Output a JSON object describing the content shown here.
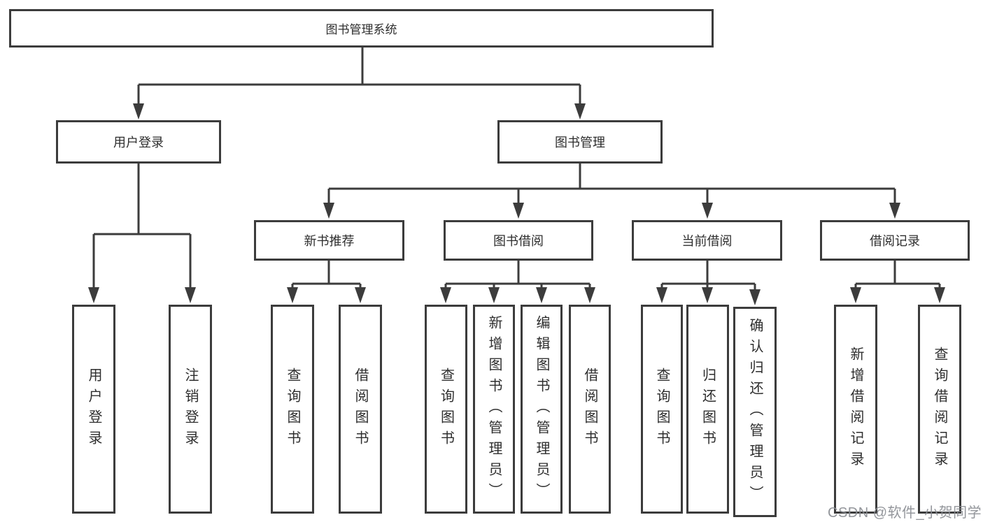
{
  "diagram": {
    "title": "图书管理系统",
    "watermark": "CSDN @软件_小贺同学",
    "colors": {
      "line": "#3c3c3c",
      "box_border": "#3c3c3c",
      "text": "#2e2e2e",
      "background": "#ffffff",
      "watermark": "#8a8d92"
    },
    "nodes": {
      "root": "图书管理系统",
      "user_login": "用户登录",
      "book_management": "图书管理",
      "new_book_recommend": "新书推荐",
      "book_borrow": "图书借阅",
      "current_borrow": "当前借阅",
      "borrow_records": "借阅记录"
    },
    "leaves": [
      {
        "label": "用户登录",
        "parent": "用户登录"
      },
      {
        "label": "注销登录",
        "parent": "用户登录"
      },
      {
        "label": "查询图书",
        "parent": "新书推荐"
      },
      {
        "label": "借阅图书",
        "parent": "新书推荐"
      },
      {
        "label": "查询图书",
        "parent": "图书借阅"
      },
      {
        "label": "新增图书（管理员）",
        "parent": "图书借阅"
      },
      {
        "label": "编辑图书（管理员）",
        "parent": "图书借阅"
      },
      {
        "label": "借阅图书",
        "parent": "图书借阅"
      },
      {
        "label": "查询图书",
        "parent": "当前借阅"
      },
      {
        "label": "归还图书",
        "parent": "当前借阅"
      },
      {
        "label": "确认归还（管理员）",
        "parent": "当前借阅"
      },
      {
        "label": "新增借阅记录",
        "parent": "借阅记录"
      },
      {
        "label": "查询借阅记录",
        "parent": "借阅记录"
      }
    ]
  }
}
